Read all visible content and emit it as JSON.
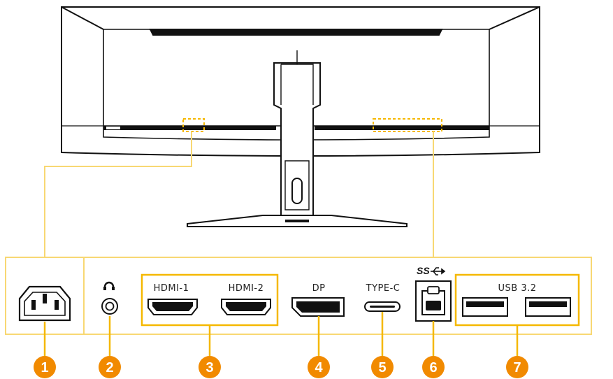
{
  "colors": {
    "accent": "#f5b800",
    "frame_yellow": "#f8d873",
    "badge": "#f18a00",
    "stroke": "#111111"
  },
  "ports": {
    "power_icon": "power-socket-icon",
    "headphone_icon": "headphone-icon",
    "hdmi1_label": "HDMI-1",
    "hdmi2_label": "HDMI-2",
    "dp_label": "DP",
    "typec_label": "TYPE-C",
    "usb_ss_logo": "SS",
    "usb32_label": "USB 3.2"
  },
  "callouts": [
    "1",
    "2",
    "3",
    "4",
    "5",
    "6",
    "7"
  ]
}
